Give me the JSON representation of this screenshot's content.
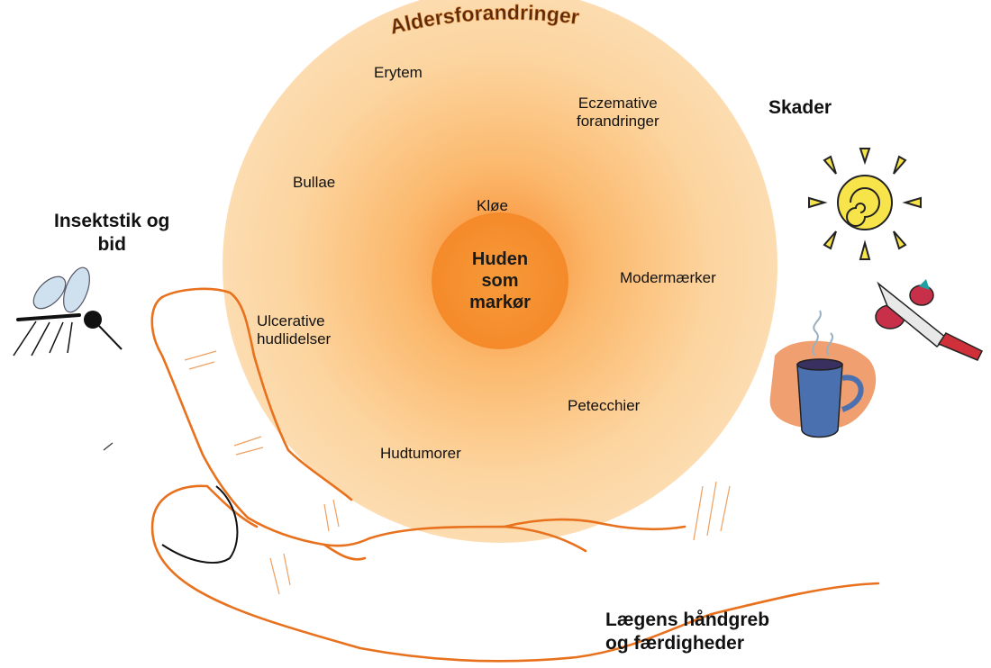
{
  "title": "Aldersforandringer",
  "center": [
    "Huden",
    "som",
    "markør"
  ],
  "inner_labels": {
    "erytem": "Erytem",
    "eczemative": [
      "Eczemative",
      "forandringer"
    ],
    "bullae": "Bullae",
    "kloe": "Kløe",
    "modermaerker": "Modermærker",
    "ulcerative": [
      "Ulcerative",
      "hudlidelser"
    ],
    "petecchier": "Petecchier",
    "hudtumorer": "Hudtumorer"
  },
  "outer_labels": {
    "skader": "Skader",
    "insektstik": [
      "Insektstik og",
      "bid"
    ],
    "laegens": [
      "Lægens håndgreb",
      "og færdigheder"
    ]
  },
  "colors": {
    "circle_outer": "#fcdcb0",
    "circle_inner": "#f7a040",
    "hand_stroke": "#e8711e",
    "title_color": "#5a2a0a"
  }
}
